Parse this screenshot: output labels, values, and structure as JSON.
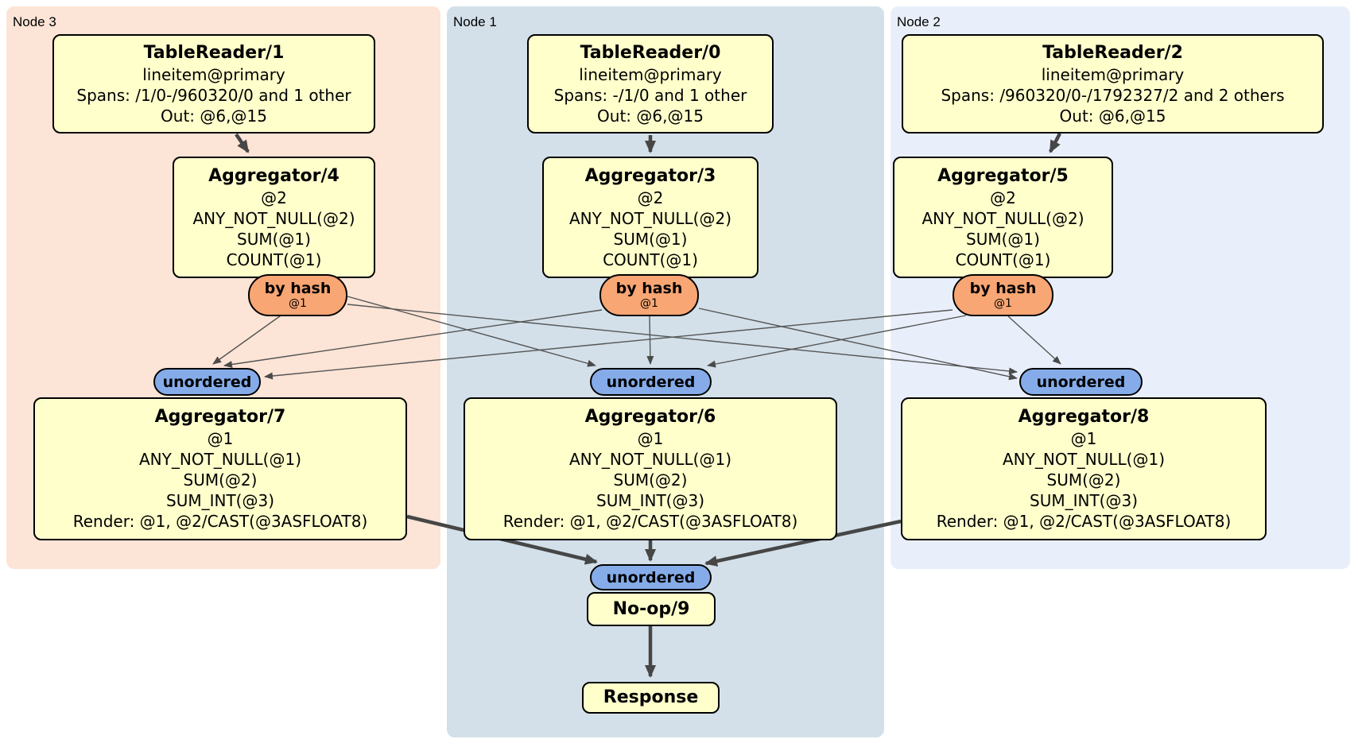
{
  "regions": [
    {
      "id": "node3",
      "label": "Node 3"
    },
    {
      "id": "node1",
      "label": "Node 1"
    },
    {
      "id": "node2",
      "label": "Node 2"
    }
  ],
  "processors": {
    "tr1": {
      "title": "TableReader/1",
      "lines": [
        "lineitem@primary",
        "Spans: /1/0-/960320/0 and 1 other",
        "Out: @6,@15"
      ]
    },
    "tr0": {
      "title": "TableReader/0",
      "lines": [
        "lineitem@primary",
        "Spans: -/1/0 and 1 other",
        "Out: @6,@15"
      ]
    },
    "tr2": {
      "title": "TableReader/2",
      "lines": [
        "lineitem@primary",
        "Spans: /960320/0-/1792327/2 and 2 others",
        "Out: @6,@15"
      ]
    },
    "agg4": {
      "title": "Aggregator/4",
      "lines": [
        "@2",
        "ANY_NOT_NULL(@2)",
        "SUM(@1)",
        "COUNT(@1)"
      ]
    },
    "agg3": {
      "title": "Aggregator/3",
      "lines": [
        "@2",
        "ANY_NOT_NULL(@2)",
        "SUM(@1)",
        "COUNT(@1)"
      ]
    },
    "agg5": {
      "title": "Aggregator/5",
      "lines": [
        "@2",
        "ANY_NOT_NULL(@2)",
        "SUM(@1)",
        "COUNT(@1)"
      ]
    },
    "agg7": {
      "title": "Aggregator/7",
      "lines": [
        "@1",
        "ANY_NOT_NULL(@1)",
        "SUM(@2)",
        "SUM_INT(@3)",
        "Render: @1, @2/CAST(@3ASFLOAT8)"
      ]
    },
    "agg6": {
      "title": "Aggregator/6",
      "lines": [
        "@1",
        "ANY_NOT_NULL(@1)",
        "SUM(@2)",
        "SUM_INT(@3)",
        "Render: @1, @2/CAST(@3ASFLOAT8)"
      ]
    },
    "agg8": {
      "title": "Aggregator/8",
      "lines": [
        "@1",
        "ANY_NOT_NULL(@1)",
        "SUM(@2)",
        "SUM_INT(@3)",
        "Render: @1, @2/CAST(@3ASFLOAT8)"
      ]
    },
    "noop": {
      "title": "No-op/9"
    },
    "response": {
      "title": "Response"
    }
  },
  "routers": {
    "bh3": {
      "label": "by hash",
      "detail": "@1"
    },
    "bh1": {
      "label": "by hash",
      "detail": "@1"
    },
    "bh2": {
      "label": "by hash",
      "detail": "@1"
    }
  },
  "synchronizers": {
    "u3": {
      "label": "unordered"
    },
    "u1": {
      "label": "unordered"
    },
    "u2": {
      "label": "unordered"
    },
    "ufinal": {
      "label": "unordered"
    }
  },
  "colors": {
    "node3_bg": "#fce4d6",
    "node1_bg": "#d3e0e9",
    "node2_bg": "#e9effa",
    "processor_bg": "#ffffcc",
    "router_bg": "#f8a674",
    "sync_bg": "#85ace9",
    "edge": "#4a4a4a",
    "border": "#000000"
  }
}
